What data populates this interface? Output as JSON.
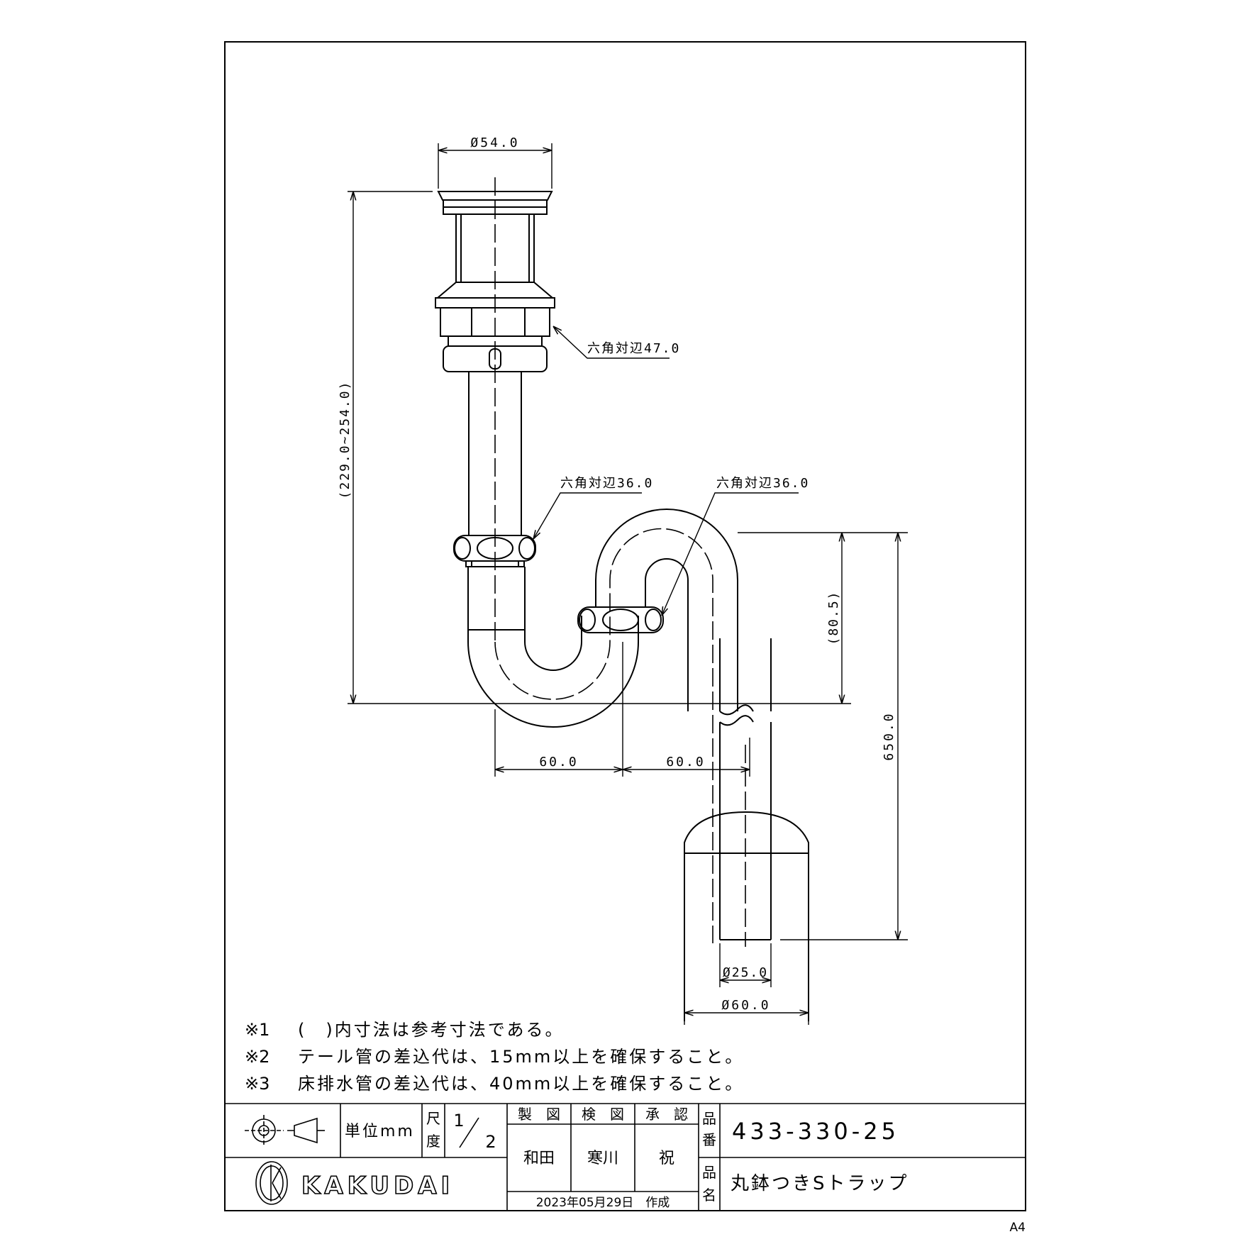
{
  "dimensions": {
    "top_diameter": "Ø54.0",
    "hex_top": "六角対辺47.0",
    "hex_left": "六角対辺36.0",
    "hex_right": "六角対辺36.0",
    "total_height": "(229.0~254.0)",
    "trap_height": "(80.5)",
    "floor_length": "650.0",
    "offset_left": "60.0",
    "offset_right": "60.0",
    "pipe_diameter": "Ø25.0",
    "flange_diameter": "Ø60.0"
  },
  "notes": [
    {
      "mark": "※1",
      "text": "(　)内寸法は参考寸法である。"
    },
    {
      "mark": "※2",
      "text": "テール管の差込代は、15mm以上を確保すること。"
    },
    {
      "mark": "※3",
      "text": "床排水管の差込代は、40mm以上を確保すること。"
    }
  ],
  "title_block": {
    "unit_label": "単位mm",
    "scale_label_1": "尺",
    "scale_label_2": "度",
    "scale_numerator": "1",
    "scale_denominator": "2",
    "drawn_header": "製　図",
    "checked_header": "検　図",
    "approved_header": "承　認",
    "drawn_by": "和田",
    "checked_by": "寒川",
    "approved_by": "祝",
    "part_no_label_1": "品",
    "part_no_label_2": "番",
    "part_no": "433-330-25",
    "name_label_1": "品",
    "name_label_2": "名",
    "product_name": "丸鉢つきSトラップ",
    "date_line": "2023年05月29日　作成",
    "brand": "KAKUDAI"
  },
  "paper_size": "A4"
}
